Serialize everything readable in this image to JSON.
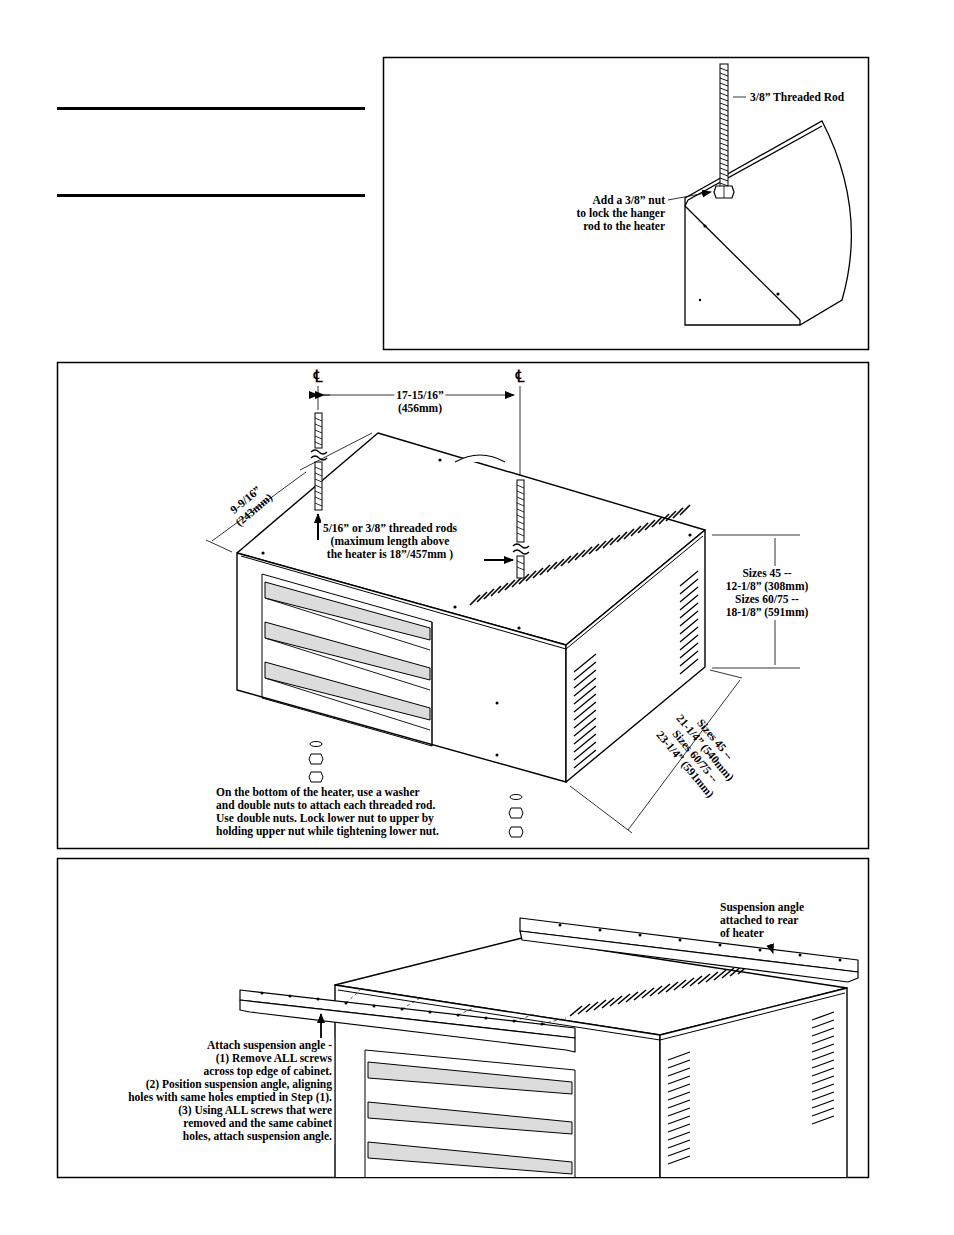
{
  "diagram": {
    "labels": [
      "3/8” Threaded Rod",
      "Add a 3/8” nut to lock the hanger rod to the heater",
      "℄",
      "℄",
      "17-15/16” (456mm)",
      "9-9/16” (243mm)",
      "5/16” or 3/8” threaded rods (maximum length above the heater is 18”/457mm )",
      "Sizes 45 -- 12-1/8” (308mm) Sizes 60/75 -- 18-1/8” (591mm)",
      "Sizes 45 -- 21-1/4” (540mm) Sizes 60/75 -- 23-1/4” (591mm)",
      "On the bottom of the heater, use a washer and double nuts to attach each threaded rod. Use double nuts. Lock lower nut to upper by holding upper nut while tightening lower nut.",
      "Suspension angle attached to rear of heater",
      "Attach suspension angle - (1) Remove ALL screws across top edge of cabinet. (2) Position suspension angle, aligning holes with same holes emptied in Step (1). (3) Using ALL screws that were removed and the same cabinet holes, attach suspension angle."
    ]
  }
}
